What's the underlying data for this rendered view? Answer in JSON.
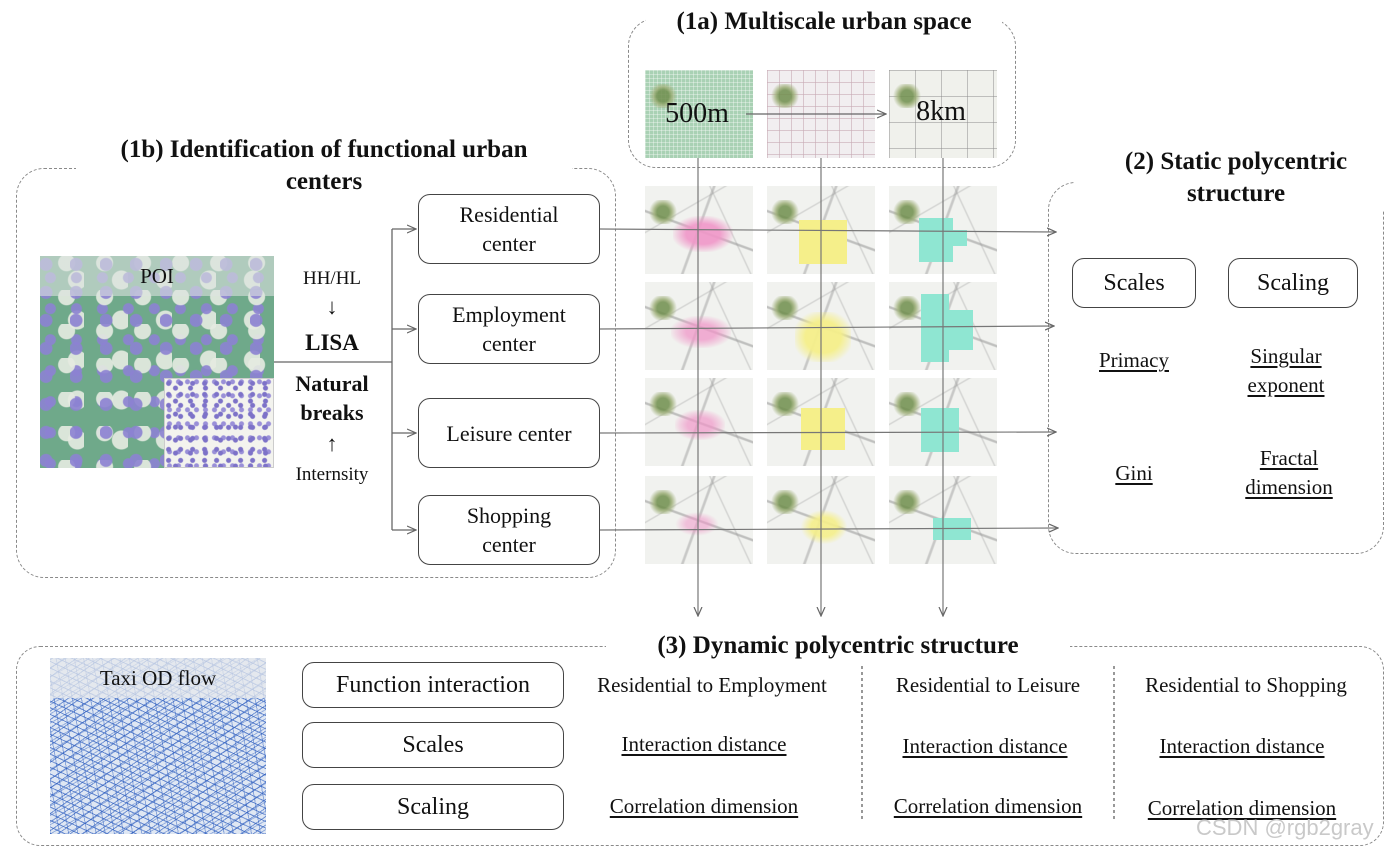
{
  "multiscale": {
    "title": "(1a) Multiscale urban space",
    "scale_small": "500m",
    "scale_large": "8km"
  },
  "identification": {
    "title": "(1b) Identification of functional urban centers",
    "poi_label": "POI",
    "hh_hl": "HH/HL",
    "down_arrow": "↓",
    "lisa": "LISA",
    "natural_breaks": "Natural breaks",
    "up_arrow": "↑",
    "intensity": "Internsity",
    "centers": [
      "Residential center",
      "Employment center",
      "Leisure center",
      "Shopping center"
    ]
  },
  "static": {
    "title": "(2) Static polycentric structure",
    "scales_label": "Scales",
    "scaling_label": "Scaling",
    "primacy": "Primacy",
    "singular_exponent": "Singular exponent",
    "gini": "Gini",
    "fractal_dimension": "Fractal dimension"
  },
  "dynamic": {
    "title": "(3) Dynamic polycentric structure",
    "taxi_label": "Taxi OD flow",
    "row_labels": [
      "Function interaction",
      "Scales",
      "Scaling"
    ],
    "columns": [
      {
        "interaction": "Residential to Employment",
        "scales": "Interaction distance",
        "scaling": "Correlation dimension"
      },
      {
        "interaction": "Residential to Leisure",
        "scales": "Interaction distance",
        "scaling": "Correlation dimension"
      },
      {
        "interaction": "Residential to Shopping",
        "scales": "Interaction distance",
        "scaling": "Correlation dimension"
      }
    ]
  },
  "watermark": "CSDN @rgb2gray",
  "colors": {
    "residential": "#f4a7cf",
    "employment": "#f5ef8a",
    "leisure": "#8fe6d2",
    "grid_500m": "#a9d1b4"
  }
}
